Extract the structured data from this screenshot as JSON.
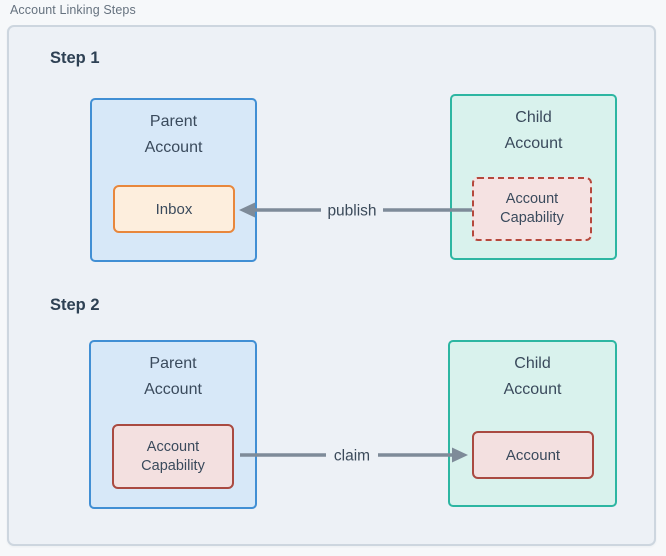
{
  "legend": "Account Linking Steps",
  "steps": [
    {
      "heading": "Step 1",
      "parent": {
        "title": "Parent\nAccount",
        "inner": {
          "label": "Inbox"
        }
      },
      "child": {
        "title": "Child\nAccount",
        "inner": {
          "label": "Account\nCapability"
        }
      },
      "arrow": {
        "label": "publish",
        "direction": "child-to-parent"
      }
    },
    {
      "heading": "Step 2",
      "parent": {
        "title": "Parent\nAccount",
        "inner": {
          "label": "Account\nCapability"
        }
      },
      "child": {
        "title": "Child\nAccount",
        "inner": {
          "label": "Account"
        }
      },
      "arrow": {
        "label": "claim",
        "direction": "parent-to-child"
      }
    }
  ],
  "colors": {
    "page_bg": "#f6f8fa",
    "container_bg": "#edf1f6",
    "container_border": "#cdd6df",
    "parent_box_border": "#418fd4",
    "parent_box_bg": "#d7e8f8",
    "child_box_border": "#2db6a2",
    "child_box_bg": "#d9f2ed",
    "inbox_border": "#e8873c",
    "inbox_bg": "#fdeedd",
    "capability_border": "#a94a41",
    "capability_bg": "#f3e0e0",
    "arrow": "#7e8b99",
    "heading_text": "#2e4154",
    "box_text": "#3a4a5c",
    "legend_text": "#66727f"
  }
}
